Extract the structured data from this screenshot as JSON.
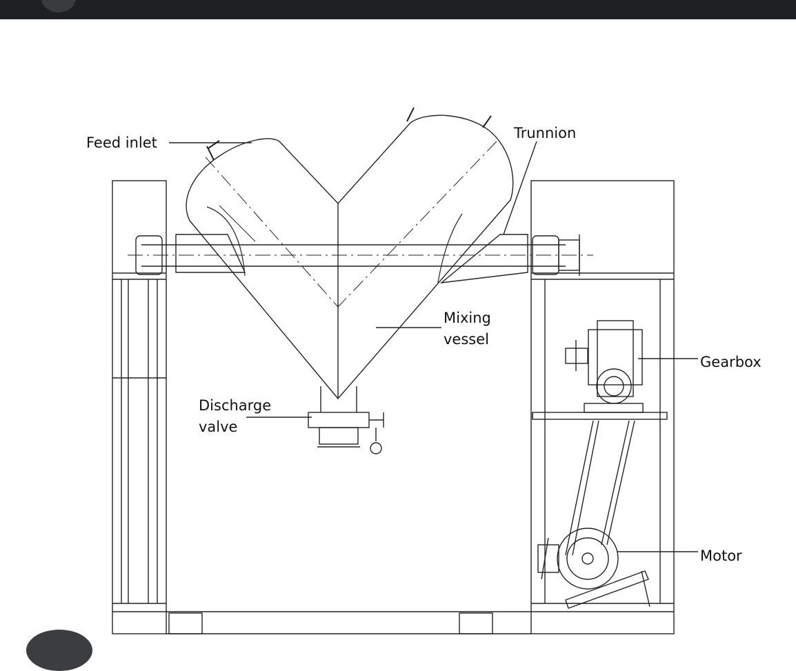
{
  "labels": {
    "feed_inlet": "Feed inlet",
    "trunnion": "Trunnion",
    "mixing_vessel": "Mixing\nvessel",
    "gearbox": "Gearbox",
    "discharge_valve": "Discharge\nvalve",
    "motor": "Motor"
  },
  "colors": {
    "line": "#222222",
    "topbar": "#1f2023"
  }
}
